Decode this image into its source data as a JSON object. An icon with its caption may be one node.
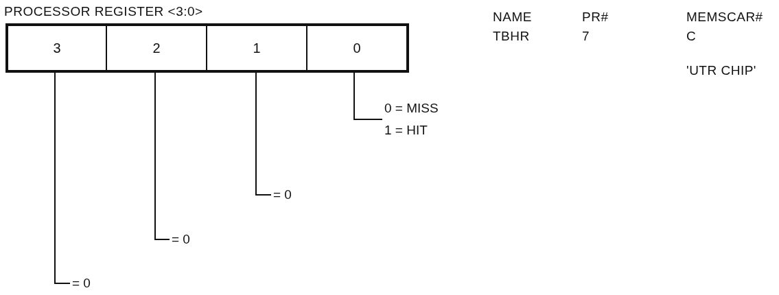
{
  "diagram": {
    "title": "PROCESSOR REGISTER <3:0>",
    "nodes": [
      {
        "text": [
          "3"
        ]
      },
      {
        "text": [
          "2"
        ]
      },
      {
        "text": [
          "1"
        ]
      },
      {
        "text": [
          "0"
        ]
      },
      {
        "text": [
          "0 = MISS 1 = HIT"
        ]
      },
      {
        "text": [
          "= 0"
        ]
      },
      {
        "text": [
          "= 0"
        ]
      },
      {
        "text": [
          "= 0"
        ]
      }
    ],
    "edges": [
      {
        "from": 4,
        "to": 3,
        "arrow": "none"
      },
      {
        "from": 5,
        "to": 2,
        "arrow": "none"
      },
      {
        "from": 6,
        "to": 1,
        "arrow": "none"
      },
      {
        "from": 7,
        "to": 0,
        "arrow": "none"
      }
    ],
    "labels": [
      "NAME",
      "PR#",
      "MEMSCAR#",
      "TBHR",
      "7",
      "C",
      "'UTR CHIP'"
    ]
  }
}
